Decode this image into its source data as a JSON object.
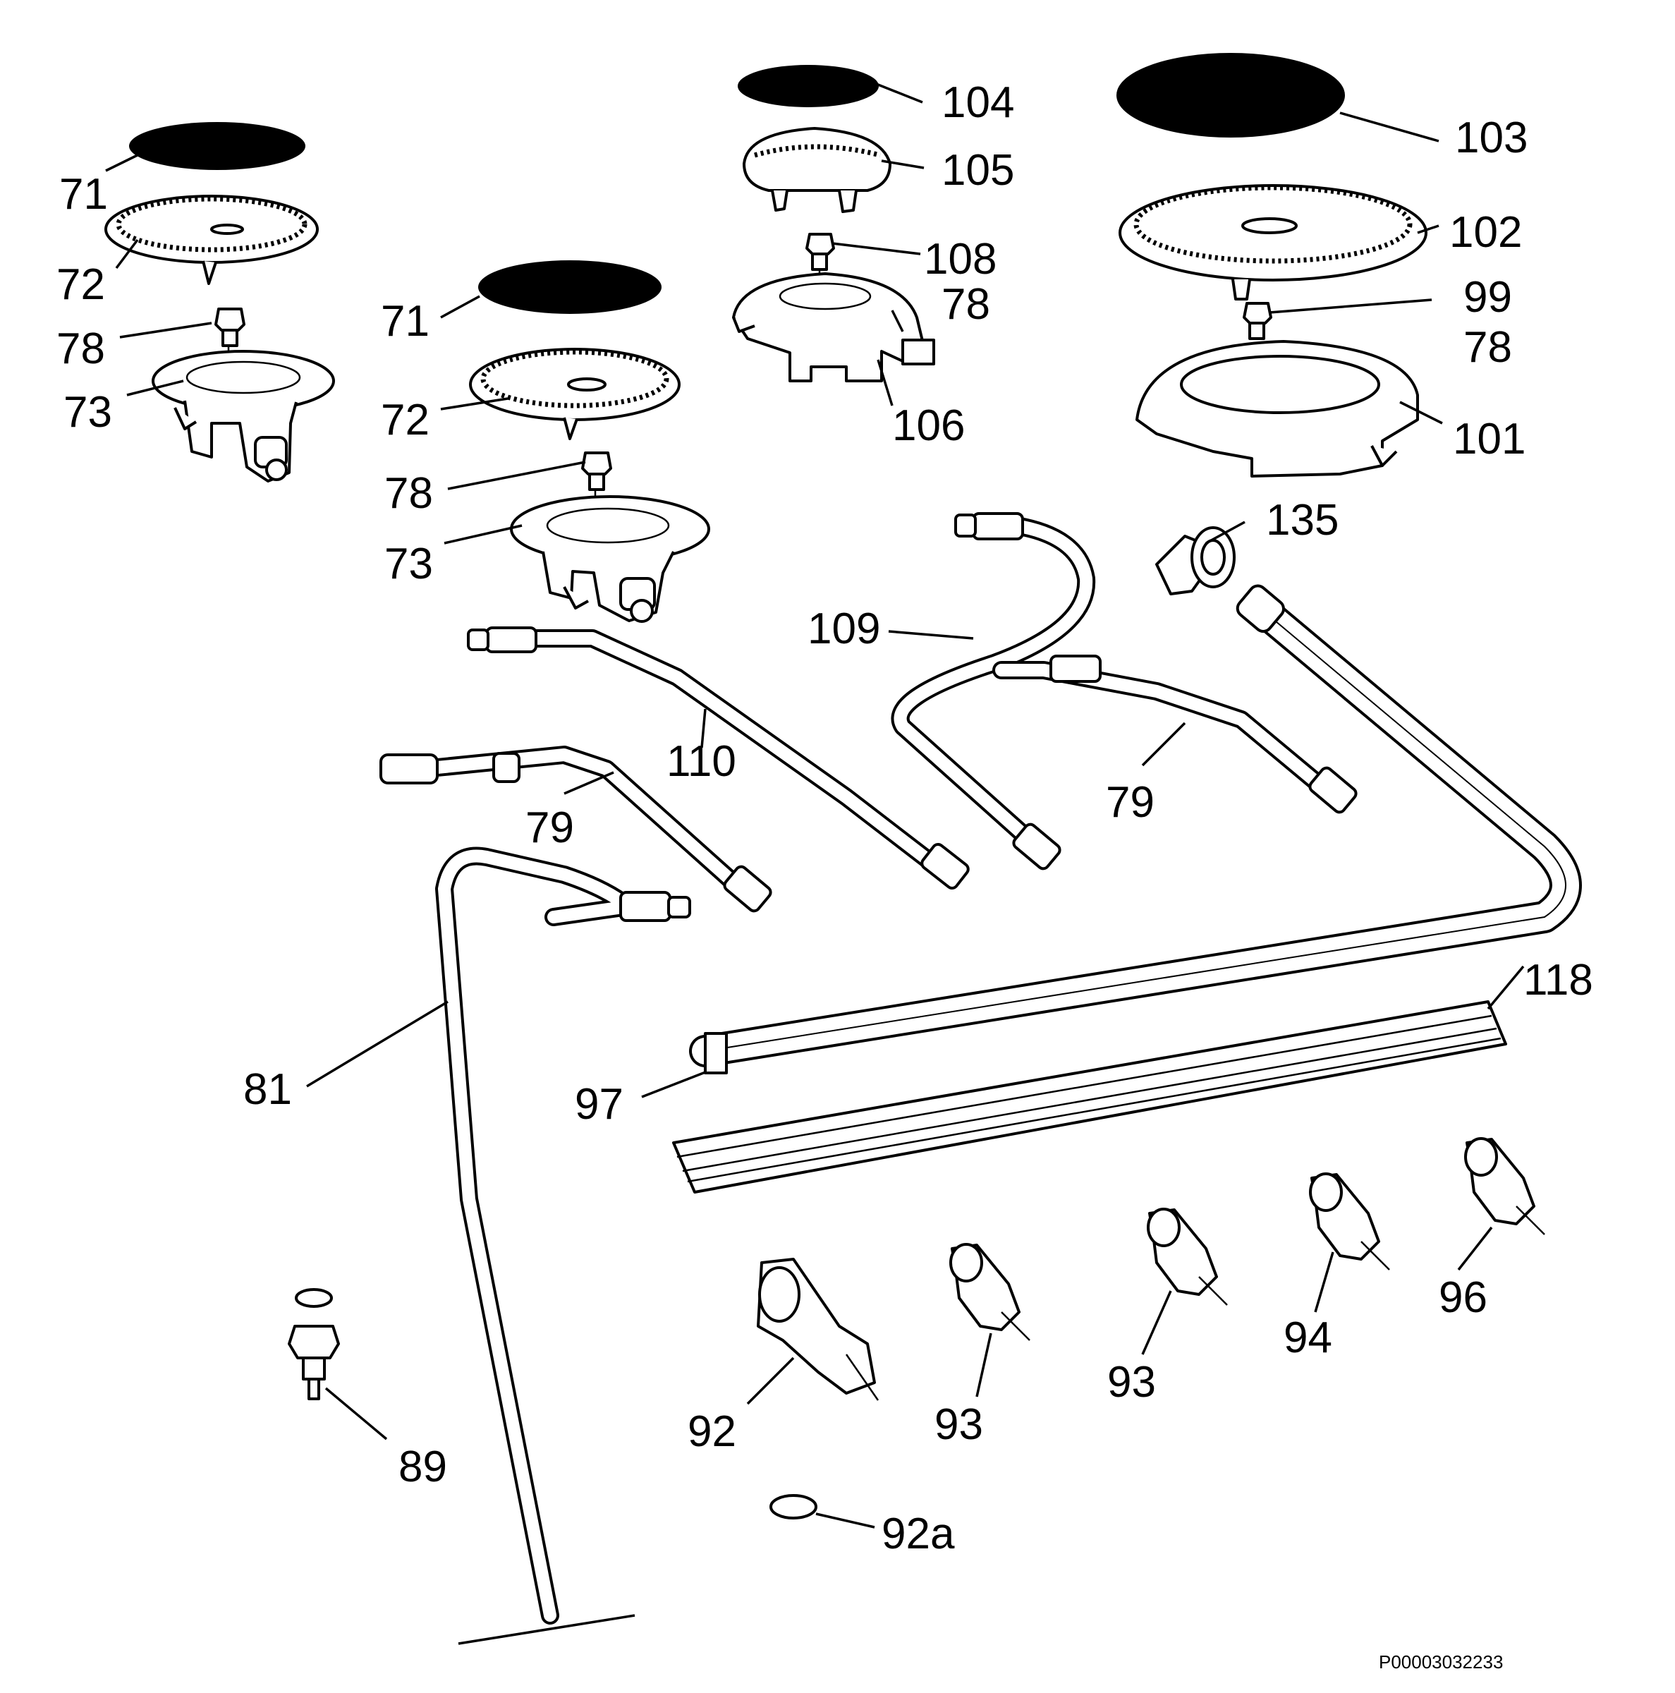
{
  "document_id": "P00003032233",
  "callouts": [
    {
      "key": "c71a",
      "text": "71"
    },
    {
      "key": "c72a",
      "text": "72"
    },
    {
      "key": "c78a",
      "text": "78"
    },
    {
      "key": "c73a",
      "text": "73"
    },
    {
      "key": "c71b",
      "text": "71"
    },
    {
      "key": "c72b",
      "text": "72"
    },
    {
      "key": "c78b",
      "text": "78"
    },
    {
      "key": "c73b",
      "text": "73"
    },
    {
      "key": "c104",
      "text": "104"
    },
    {
      "key": "c105",
      "text": "105"
    },
    {
      "key": "c108",
      "text": "108"
    },
    {
      "key": "c78c",
      "text": "78"
    },
    {
      "key": "c106",
      "text": "106"
    },
    {
      "key": "c103",
      "text": "103"
    },
    {
      "key": "c102",
      "text": "102"
    },
    {
      "key": "c99",
      "text": "99"
    },
    {
      "key": "c78d",
      "text": "78"
    },
    {
      "key": "c101",
      "text": "101"
    },
    {
      "key": "c135",
      "text": "135"
    },
    {
      "key": "c109",
      "text": "109"
    },
    {
      "key": "c110",
      "text": "110"
    },
    {
      "key": "c79a",
      "text": "79"
    },
    {
      "key": "c79b",
      "text": "79"
    },
    {
      "key": "c118",
      "text": "118"
    },
    {
      "key": "c97",
      "text": "97"
    },
    {
      "key": "c81",
      "text": "81"
    },
    {
      "key": "c89",
      "text": "89"
    },
    {
      "key": "c92",
      "text": "92"
    },
    {
      "key": "c93a",
      "text": "93"
    },
    {
      "key": "c93b",
      "text": "93"
    },
    {
      "key": "c94",
      "text": "94"
    },
    {
      "key": "c96",
      "text": "96"
    },
    {
      "key": "c92a",
      "text": "92a"
    }
  ]
}
